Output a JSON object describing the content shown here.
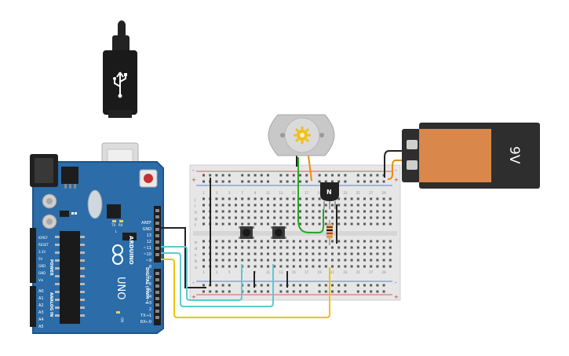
{
  "colors": {
    "board": "#2a6aa8",
    "board_edge": "#1f5488",
    "breadboard": "#e8e8e8",
    "rail_red": "#d03030",
    "rail_blue": "#3060c0",
    "wire_black": "#222222",
    "wire_cyan": "#5ec8d0",
    "wire_yellow": "#f2c200",
    "wire_green": "#28a828",
    "wire_orange": "#f08a00",
    "battery_body": "#d9874a",
    "battery_dark": "#2e2e2e"
  },
  "arduino": {
    "logo": "ARDUINO",
    "model": "UNO",
    "power_header": "POWER",
    "analog_header": "ANALOG IN",
    "digital_header": "DIGITAL (PWM~)",
    "left_pins": [
      "IOREF",
      "RESET",
      "3.3V",
      "5V",
      "GND",
      "GND",
      "Vin"
    ],
    "analog_pins": [
      "A0",
      "A1",
      "A2",
      "A3",
      "A4",
      "A5"
    ],
    "top_pins": [
      "AREF",
      "GND",
      "13",
      "12",
      "~11",
      "~10",
      "~9",
      "8"
    ],
    "bottom_pins": [
      "7",
      "~6",
      "~5",
      "4",
      "~3",
      "2",
      "TX→1",
      "RX←0"
    ],
    "leds": [
      "TX",
      "RX"
    ],
    "led_l": "L",
    "on_label": "ON"
  },
  "breadboard": {
    "row_letters_top": [
      "j",
      "i",
      "h",
      "g",
      "f"
    ],
    "row_letters_bottom": [
      "e",
      "d",
      "c",
      "b",
      "a"
    ],
    "rail_plus": "+",
    "rail_minus": "-",
    "column_numbers": [
      "1",
      "3",
      "5",
      "7",
      "9",
      "11",
      "13",
      "15",
      "17",
      "19",
      "21",
      "23",
      "25",
      "27",
      "29"
    ]
  },
  "transistor": {
    "label": "N"
  },
  "battery": {
    "label": "9V"
  },
  "motor": {
    "icon": "gear-icon"
  }
}
